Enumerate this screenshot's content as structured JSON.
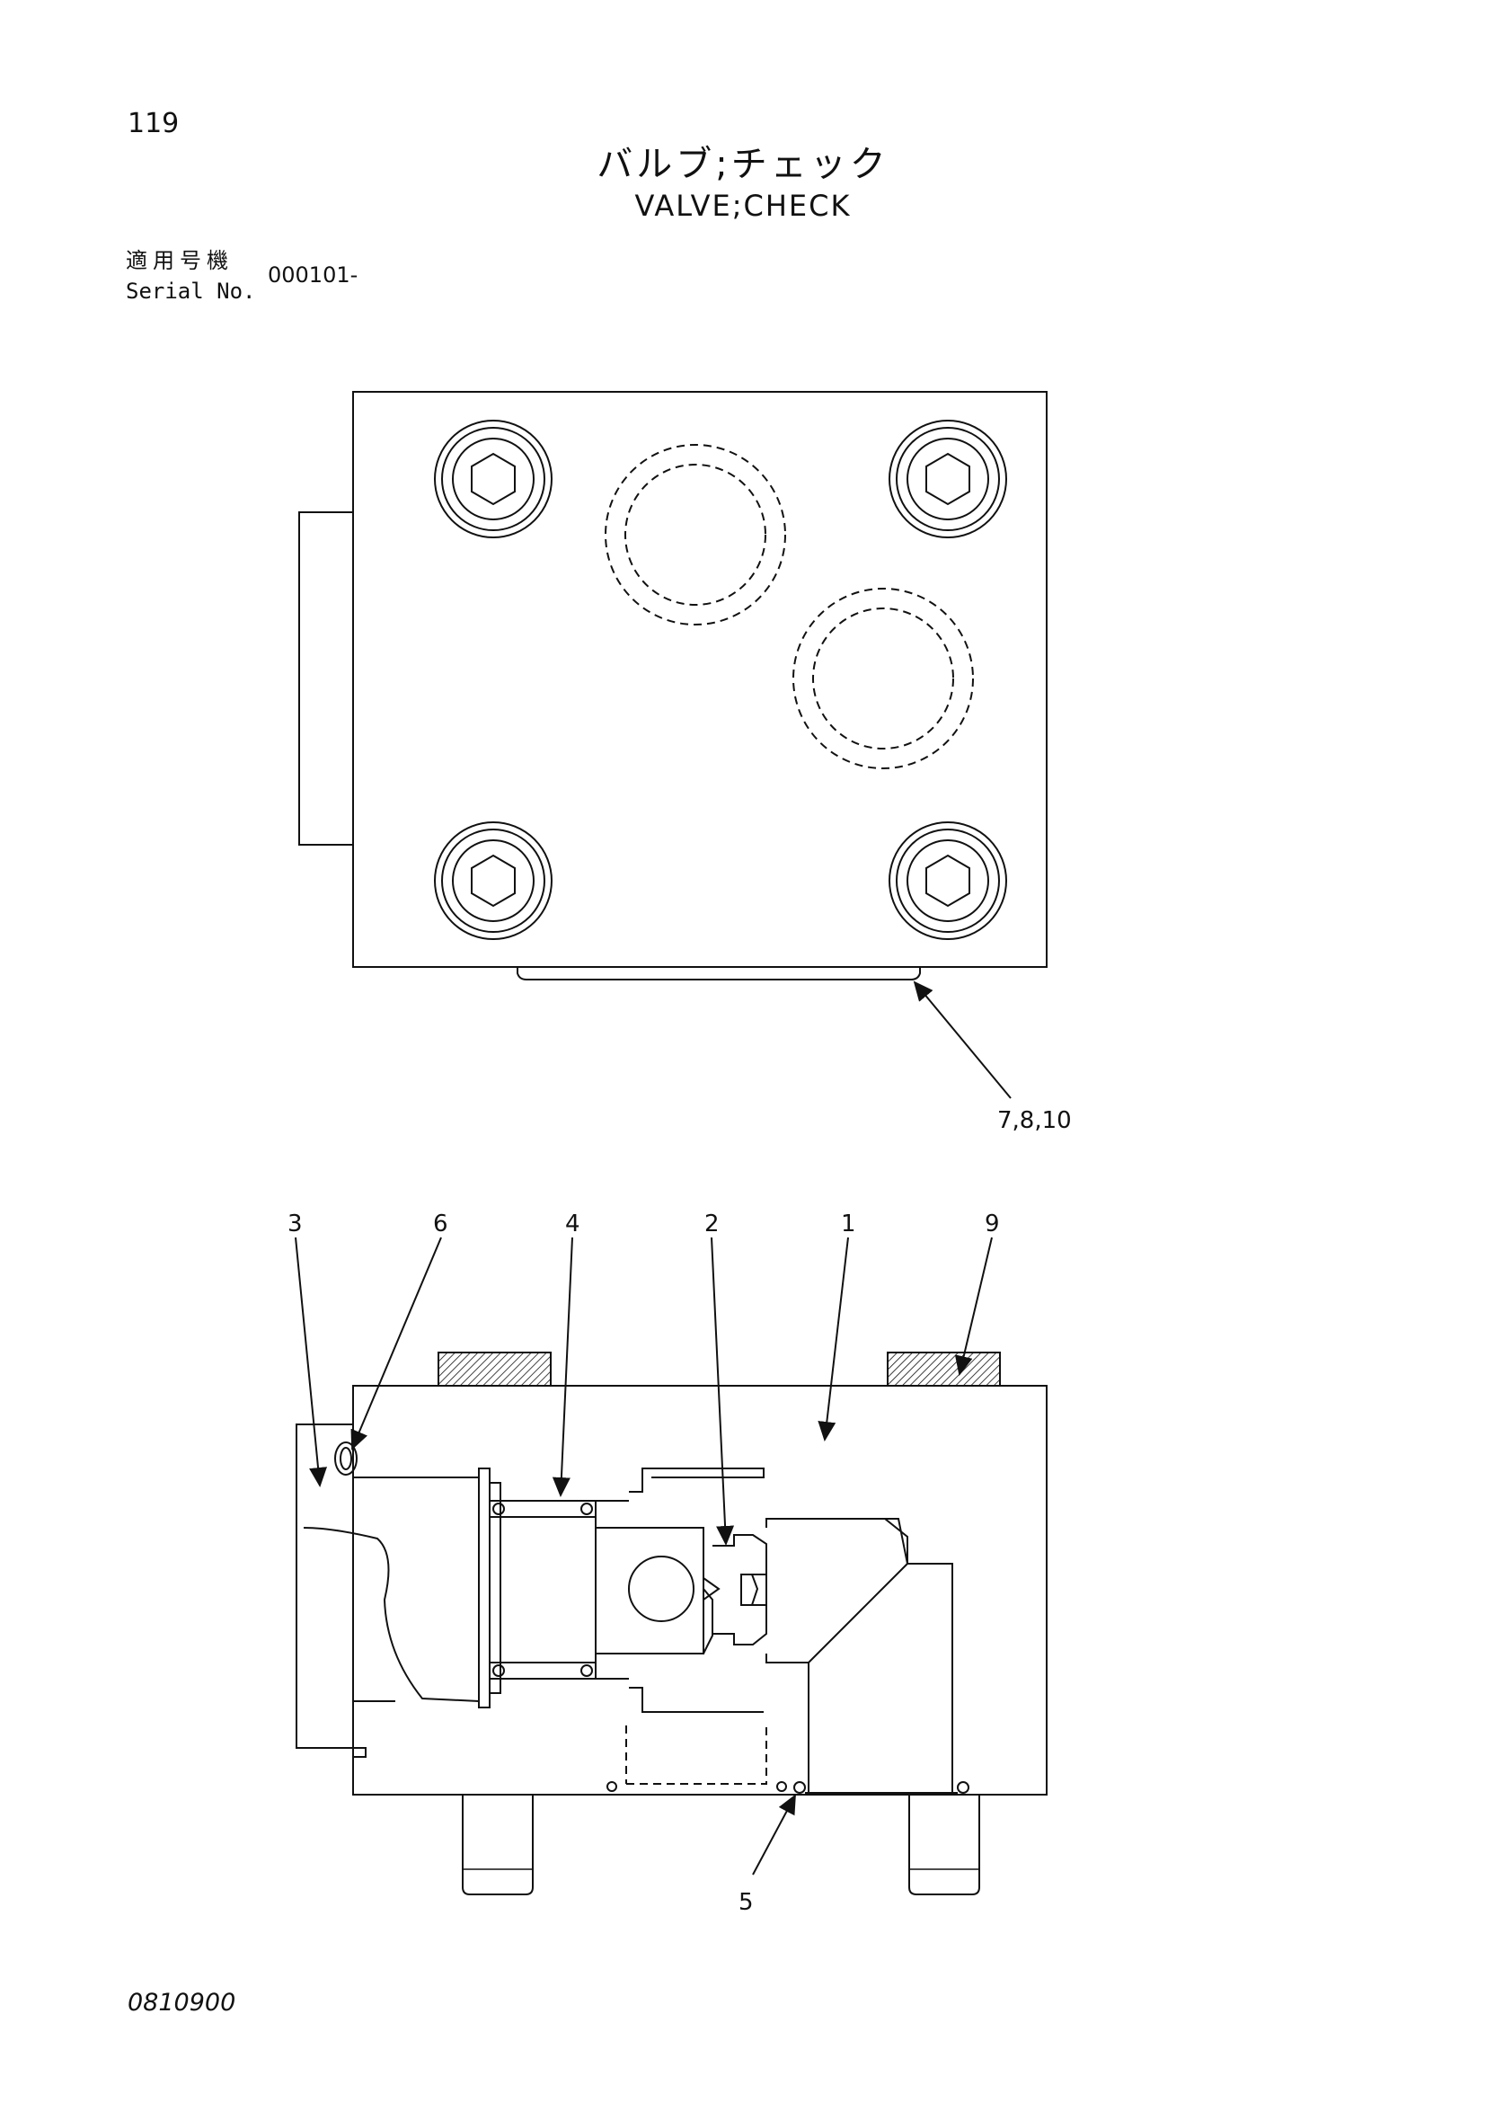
{
  "header": {
    "page_number": "119",
    "title_jp": "バルブ;チェック",
    "title_en": "VALVE;CHECK",
    "serial_label_jp": "適用号機",
    "serial_label_en": "Serial No.",
    "serial_value": "000101-"
  },
  "callouts": {
    "c_7_8_10": "7,8,10",
    "c3": "3",
    "c6": "6",
    "c4": "4",
    "c2": "2",
    "c1": "1",
    "c9": "9",
    "c5": "5"
  },
  "footer": {
    "doc_code": "0810900"
  }
}
